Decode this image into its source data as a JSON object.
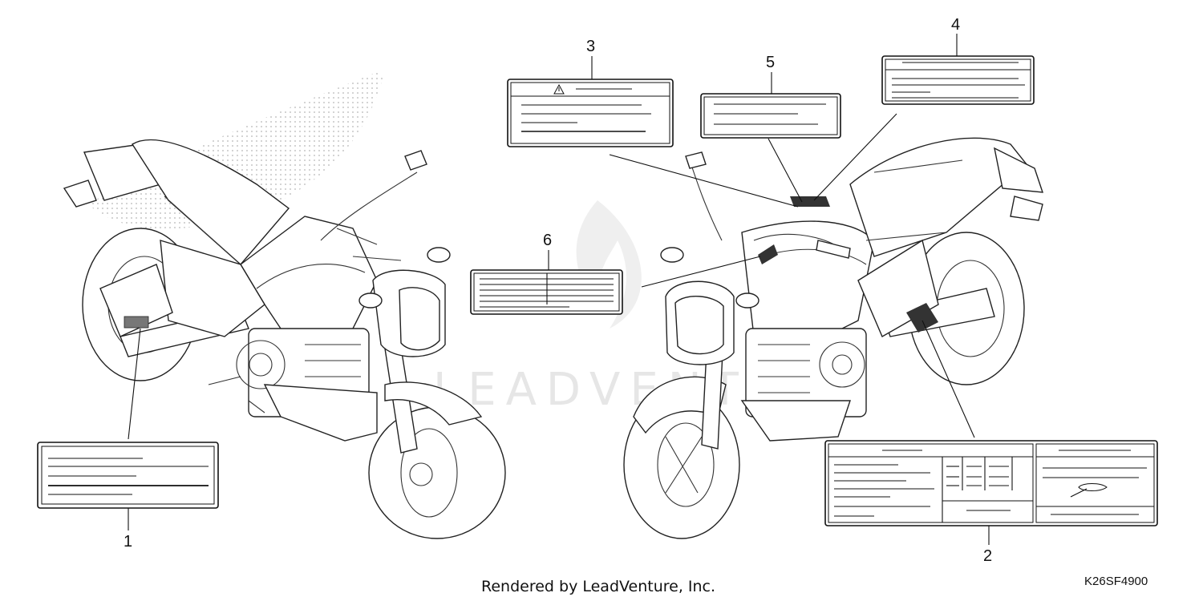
{
  "callouts": [
    {
      "id": "1",
      "label": "1"
    },
    {
      "id": "2",
      "label": "2"
    },
    {
      "id": "3",
      "label": "3"
    },
    {
      "id": "4",
      "label": "4"
    },
    {
      "id": "5",
      "label": "5"
    },
    {
      "id": "6",
      "label": "6"
    }
  ],
  "footer": {
    "rendered_by": "Rendered by LeadVenture, Inc.",
    "diagram_code": "K26SF4900"
  },
  "watermark": {
    "text": "LEADVENTURE"
  },
  "icons": {
    "warning": "warning-triangle-icon"
  }
}
